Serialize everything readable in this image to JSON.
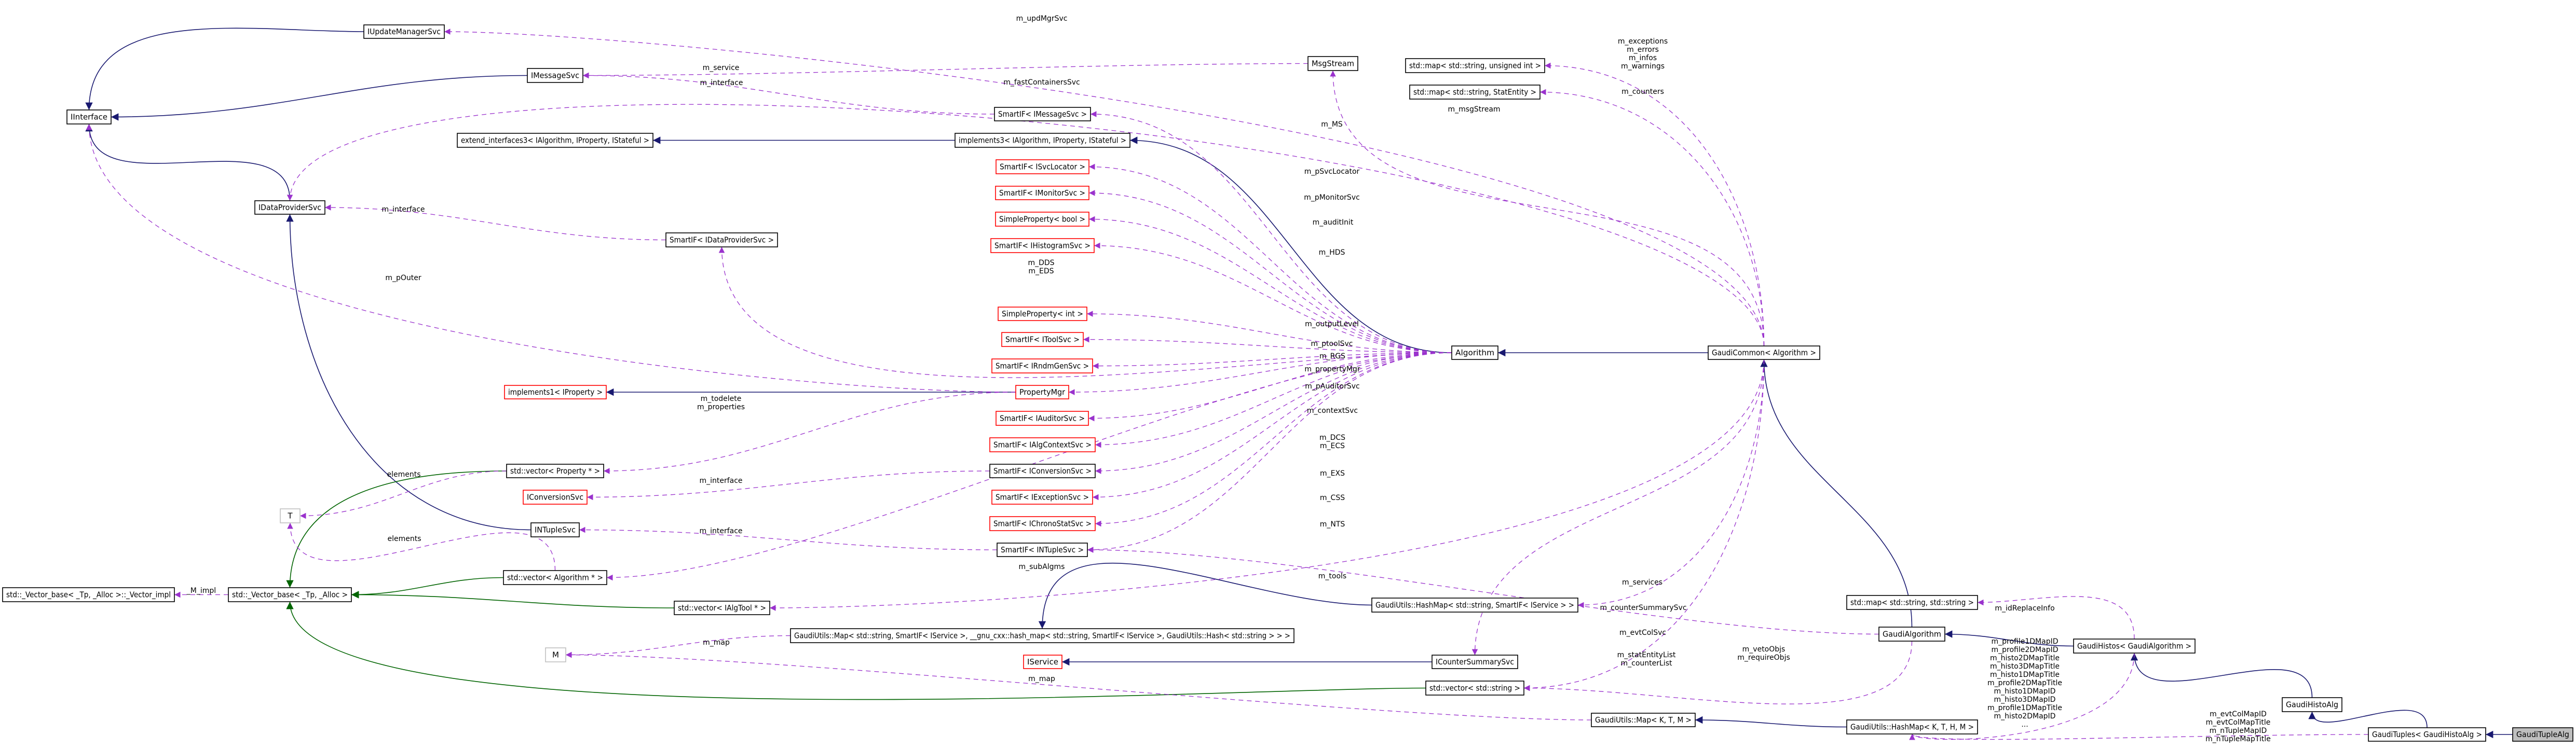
{
  "diagram": {
    "colors": {
      "inheritance": "#191970",
      "template": "#006400",
      "usage": "#9a32cd",
      "node_border": "#000000",
      "undocumented_border": "#ff0000",
      "external_border": "#bfbfbf",
      "focus_fill": "#bfbfbf"
    },
    "nodes": {
      "iupd": {
        "label": "IUpdateManagerSvc",
        "border": "black"
      },
      "iint": {
        "label": "IInterface",
        "border": "black"
      },
      "imsg": {
        "label": "IMessageSvc",
        "border": "black"
      },
      "msgs": {
        "label": "MsgStream",
        "border": "black"
      },
      "mapui": {
        "label": "std::map< std::string, unsigned int >",
        "border": "black"
      },
      "mapse": {
        "label": "std::map< std::string, StatEntity >",
        "border": "black"
      },
      "sifmsg": {
        "label": "SmartIF< IMessageSvc >",
        "border": "black"
      },
      "ext3": {
        "label": "extend_interfaces3< IAlgorithm, IProperty, IStateful >",
        "border": "black"
      },
      "imp3": {
        "label": "implements3< IAlgorithm, IProperty, IStateful >",
        "border": "black"
      },
      "idps": {
        "label": "IDataProviderSvc",
        "border": "black"
      },
      "sifsl": {
        "label": "SmartIF< ISvcLocator >",
        "border": "red"
      },
      "sifmon": {
        "label": "SmartIF< IMonitorSvc >",
        "border": "red"
      },
      "spbool": {
        "label": "SimpleProperty< bool >",
        "border": "red"
      },
      "sifhist": {
        "label": "SmartIF< IHistogramSvc >",
        "border": "red"
      },
      "sifdps": {
        "label": "SmartIF< IDataProviderSvc >",
        "border": "black"
      },
      "spint": {
        "label": "SimpleProperty< int >",
        "border": "red"
      },
      "siftool": {
        "label": "SmartIF< IToolSvc >",
        "border": "red"
      },
      "sifrndm": {
        "label": "SmartIF< IRndmGenSvc >",
        "border": "red"
      },
      "pmgr": {
        "label": "PropertyMgr",
        "border": "red"
      },
      "imp1": {
        "label": "implements1< IProperty >",
        "border": "red"
      },
      "algo": {
        "label": "Algorithm",
        "border": "black"
      },
      "gcom": {
        "label": "GaudiCommon< Algorithm >",
        "border": "black"
      },
      "sifaud": {
        "label": "SmartIF< IAuditorSvc >",
        "border": "red"
      },
      "sifctx": {
        "label": "SmartIF< IAlgContextSvc >",
        "border": "red"
      },
      "vprop": {
        "label": "std::vector< Property * >",
        "border": "black"
      },
      "iconv": {
        "label": "IConversionSvc",
        "border": "red"
      },
      "sifconv": {
        "label": "SmartIF< IConversionSvc >",
        "border": "black"
      },
      "sifexc": {
        "label": "SmartIF< IExceptionSvc >",
        "border": "red"
      },
      "T": {
        "label": "T",
        "border": "grey"
      },
      "sifchr": {
        "label": "SmartIF< IChronoStatSvc >",
        "border": "red"
      },
      "ntup": {
        "label": "INTupleSvc",
        "border": "black"
      },
      "sifnt": {
        "label": "SmartIF< INTupleSvc >",
        "border": "black"
      },
      "valg": {
        "label": "std::vector< Algorithm * >",
        "border": "black"
      },
      "vbase": {
        "label": "std::_Vector_base< _Tp, _Alloc >",
        "border": "black"
      },
      "vimpl": {
        "label": "std::_Vector_base< _Tp, _Alloc >::_Vector_impl",
        "border": "black"
      },
      "vtool": {
        "label": "std::vector< IAlgTool * >",
        "border": "black"
      },
      "hmsvc": {
        "label": "GaudiUtils::HashMap< std::string, SmartIF< IService > >",
        "border": "black"
      },
      "mapsvc": {
        "label": "GaudiUtils::Map< std::string, SmartIF< IService >, __gnu_cxx::hash_map< std::string, SmartIF< IService >, GaudiUtils::Hash< std::string > > >",
        "border": "black"
      },
      "mapss": {
        "label": "std::map< std::string, std::string >",
        "border": "black"
      },
      "galg": {
        "label": "GaudiAlgorithm",
        "border": "black"
      },
      "M": {
        "label": "M",
        "border": "grey"
      },
      "isvc": {
        "label": "IService",
        "border": "red"
      },
      "icss": {
        "label": "ICounterSummarySvc",
        "border": "black"
      },
      "vstr": {
        "label": "std::vector< std::string >",
        "border": "black"
      },
      "mapktm": {
        "label": "GaudiUtils::Map< K, T, M >",
        "border": "black"
      },
      "hmkthm": {
        "label": "GaudiUtils::HashMap< K, T, H, M >",
        "border": "black"
      },
      "ghistos": {
        "label": "GaudiHistos< GaudiAlgorithm >",
        "border": "black"
      },
      "ghalg": {
        "label": "GaudiHistoAlg",
        "border": "black"
      },
      "gtuples": {
        "label": "GaudiTuples< GaudiHistoAlg >",
        "border": "black"
      },
      "gtalg": {
        "label": "GaudiTupleAlg",
        "border": "focus"
      }
    },
    "edges": [
      {
        "id": "b1",
        "from": "iupd",
        "to": "iint",
        "kind": "inheritance",
        "labels": []
      },
      {
        "id": "b2",
        "from": "imsg",
        "to": "iint",
        "kind": "inheritance",
        "labels": []
      },
      {
        "id": "b3",
        "from": "idps",
        "to": "iint",
        "kind": "inheritance",
        "labels": []
      },
      {
        "id": "b4",
        "from": "imp3",
        "to": "ext3",
        "kind": "inheritance",
        "labels": []
      },
      {
        "id": "b5",
        "from": "ntup",
        "to": "idps",
        "kind": "inheritance",
        "labels": []
      },
      {
        "id": "b6",
        "from": "pmgr",
        "to": "imp1",
        "kind": "inheritance",
        "labels": []
      },
      {
        "id": "b7",
        "from": "algo",
        "to": "imp3",
        "kind": "inheritance",
        "labels": []
      },
      {
        "id": "b8",
        "from": "gcom",
        "to": "algo",
        "kind": "inheritance",
        "labels": []
      },
      {
        "id": "b9",
        "from": "galg",
        "to": "gcom",
        "kind": "inheritance",
        "labels": []
      },
      {
        "id": "b10",
        "from": "ghistos",
        "to": "galg",
        "kind": "inheritance",
        "labels": []
      },
      {
        "id": "b11",
        "from": "ghalg",
        "to": "ghistos",
        "kind": "inheritance",
        "labels": []
      },
      {
        "id": "b12",
        "from": "gtuples",
        "to": "ghalg",
        "kind": "inheritance",
        "labels": []
      },
      {
        "id": "b13",
        "from": "gtalg",
        "to": "gtuples",
        "kind": "inheritance",
        "labels": []
      },
      {
        "id": "b14",
        "from": "icss",
        "to": "isvc",
        "kind": "inheritance",
        "labels": []
      },
      {
        "id": "b15",
        "from": "hmsvc",
        "to": "mapsvc",
        "kind": "inheritance",
        "labels": []
      },
      {
        "id": "b16",
        "from": "hmkthm",
        "to": "mapktm",
        "kind": "inheritance",
        "labels": []
      },
      {
        "id": "g1",
        "from": "vprop",
        "to": "vbase",
        "kind": "template",
        "labels": []
      },
      {
        "id": "g2",
        "from": "valg",
        "to": "vbase",
        "kind": "template",
        "labels": []
      },
      {
        "id": "g3",
        "from": "vtool",
        "to": "vbase",
        "kind": "template",
        "labels": []
      },
      {
        "id": "g4",
        "from": "vstr",
        "to": "vbase",
        "kind": "template",
        "labels": []
      },
      {
        "id": "u1",
        "from": "gcom",
        "to": "iupd",
        "kind": "usage",
        "labels": [
          "m_updMgrSvc"
        ]
      },
      {
        "id": "u2",
        "from": "msgs",
        "to": "imsg",
        "kind": "usage",
        "labels": [
          "m_service"
        ]
      },
      {
        "id": "u3",
        "from": "sifmsg",
        "to": "imsg",
        "kind": "usage",
        "labels": [
          "m_interface"
        ]
      },
      {
        "id": "u4",
        "from": "gcom",
        "to": "idps",
        "kind": "usage",
        "labels": [
          "m_fastContainersSvc"
        ]
      },
      {
        "id": "u5",
        "from": "sifdps",
        "to": "idps",
        "kind": "usage",
        "labels": [
          "m_interface"
        ]
      },
      {
        "id": "u6",
        "from": "pmgr",
        "to": "iint",
        "kind": "usage",
        "labels": [
          "m_pOuter"
        ]
      },
      {
        "id": "u7",
        "from": "algo",
        "to": "sifmsg",
        "kind": "usage",
        "labels": [
          "m_MS"
        ]
      },
      {
        "id": "u8",
        "from": "algo",
        "to": "sifsl",
        "kind": "usage",
        "labels": [
          "m_pSvcLocator"
        ]
      },
      {
        "id": "u9",
        "from": "algo",
        "to": "sifmon",
        "kind": "usage",
        "labels": [
          "m_pMonitorSvc"
        ]
      },
      {
        "id": "u10",
        "from": "algo",
        "to": "spbool",
        "kind": "usage",
        "labels": [
          "m_auditInit"
        ]
      },
      {
        "id": "u11",
        "from": "algo",
        "to": "sifhist",
        "kind": "usage",
        "labels": [
          "m_HDS"
        ]
      },
      {
        "id": "u12",
        "from": "algo",
        "to": "sifdps",
        "kind": "usage",
        "labels": [
          "m_DDS",
          "m_EDS"
        ]
      },
      {
        "id": "u13",
        "from": "algo",
        "to": "spint",
        "kind": "usage",
        "labels": [
          "m_outputLevel"
        ]
      },
      {
        "id": "u14",
        "from": "algo",
        "to": "siftool",
        "kind": "usage",
        "labels": [
          "m_ptoolSvc"
        ]
      },
      {
        "id": "u15",
        "from": "algo",
        "to": "sifrndm",
        "kind": "usage",
        "labels": [
          "m_RGS"
        ]
      },
      {
        "id": "u16",
        "from": "algo",
        "to": "pmgr",
        "kind": "usage",
        "labels": [
          "m_propertyMgr"
        ]
      },
      {
        "id": "u17",
        "from": "algo",
        "to": "sifaud",
        "kind": "usage",
        "labels": [
          "m_pAuditorSvc"
        ]
      },
      {
        "id": "u18",
        "from": "algo",
        "to": "sifctx",
        "kind": "usage",
        "labels": [
          "m_contextSvc"
        ]
      },
      {
        "id": "u19",
        "from": "algo",
        "to": "sifconv",
        "kind": "usage",
        "labels": [
          "m_DCS",
          "m_ECS"
        ]
      },
      {
        "id": "u20",
        "from": "algo",
        "to": "sifexc",
        "kind": "usage",
        "labels": [
          "m_EXS"
        ]
      },
      {
        "id": "u21",
        "from": "algo",
        "to": "sifchr",
        "kind": "usage",
        "labels": [
          "m_CSS"
        ]
      },
      {
        "id": "u22",
        "from": "algo",
        "to": "sifnt",
        "kind": "usage",
        "labels": [
          "m_NTS"
        ]
      },
      {
        "id": "u23",
        "from": "algo",
        "to": "valg",
        "kind": "usage",
        "labels": [
          "m_subAlgms"
        ]
      },
      {
        "id": "u24",
        "from": "gcom",
        "to": "vtool",
        "kind": "usage",
        "labels": [
          "m_tools"
        ]
      },
      {
        "id": "u25",
        "from": "pmgr",
        "to": "vprop",
        "kind": "usage",
        "labels": [
          "m_todelete",
          "m_properties"
        ]
      },
      {
        "id": "u26",
        "from": "vprop",
        "to": "T",
        "kind": "usage",
        "labels": [
          "elements"
        ]
      },
      {
        "id": "u27",
        "from": "valg",
        "to": "T",
        "kind": "usage",
        "labels": [
          "elements"
        ]
      },
      {
        "id": "u28",
        "from": "sifconv",
        "to": "iconv",
        "kind": "usage",
        "labels": [
          "m_interface"
        ]
      },
      {
        "id": "u29",
        "from": "sifnt",
        "to": "ntup",
        "kind": "usage",
        "labels": [
          "m_interface"
        ]
      },
      {
        "id": "u30",
        "from": "vbase",
        "to": "vimpl",
        "kind": "usage",
        "labels": [
          "_M_impl"
        ]
      },
      {
        "id": "u31",
        "from": "mapsvc",
        "to": "M",
        "kind": "usage",
        "labels": [
          "m_map"
        ]
      },
      {
        "id": "u32",
        "from": "mapktm",
        "to": "M",
        "kind": "usage",
        "labels": [
          "m_map"
        ]
      },
      {
        "id": "u33",
        "from": "gcom",
        "to": "msgs",
        "kind": "usage",
        "labels": [
          "m_msgStream"
        ]
      },
      {
        "id": "u34",
        "from": "gcom",
        "to": "mapui",
        "kind": "usage",
        "labels": [
          "m_exceptions",
          "m_errors",
          "m_infos",
          "m_warnings"
        ]
      },
      {
        "id": "u35",
        "from": "gcom",
        "to": "mapse",
        "kind": "usage",
        "labels": [
          "m_counters"
        ]
      },
      {
        "id": "u36",
        "from": "gcom",
        "to": "hmsvc",
        "kind": "usage",
        "labels": [
          "m_services"
        ]
      },
      {
        "id": "u37",
        "from": "gcom",
        "to": "icss",
        "kind": "usage",
        "labels": [
          "m_counterSummarySvc"
        ]
      },
      {
        "id": "u38",
        "from": "gcom",
        "to": "vstr",
        "kind": "usage",
        "labels": [
          "m_statEntityList",
          "m_counterList"
        ]
      },
      {
        "id": "u39",
        "from": "galg",
        "to": "vstr",
        "kind": "usage",
        "labels": [
          "m_vetoObjs",
          "m_requireObjs"
        ]
      },
      {
        "id": "u40",
        "from": "galg",
        "to": "sifnt",
        "kind": "usage",
        "labels": [
          "m_evtColSvc"
        ]
      },
      {
        "id": "u41",
        "from": "ghistos",
        "to": "mapss",
        "kind": "usage",
        "labels": [
          "m_idReplaceInfo"
        ]
      },
      {
        "id": "u42",
        "from": "ghistos",
        "to": "hmkthm",
        "kind": "usage",
        "labels": [
          "m_profile1DMapID",
          "m_profile2DMapID",
          "m_histo2DMapTitle",
          "m_histo3DMapTitle",
          "m_histo1DMapTitle",
          "m_profile2DMapTitle",
          "m_histo1DMapID",
          "m_histo3DMapID",
          "m_profile1DMapTitle",
          "m_histo2DMapID",
          "..."
        ]
      },
      {
        "id": "u43",
        "from": "gtuples",
        "to": "hmkthm",
        "kind": "usage",
        "labels": [
          "m_evtColMapID",
          "m_evtColMapTitle",
          "m_nTupleMapID",
          "m_nTupleMapTitle"
        ]
      }
    ]
  }
}
